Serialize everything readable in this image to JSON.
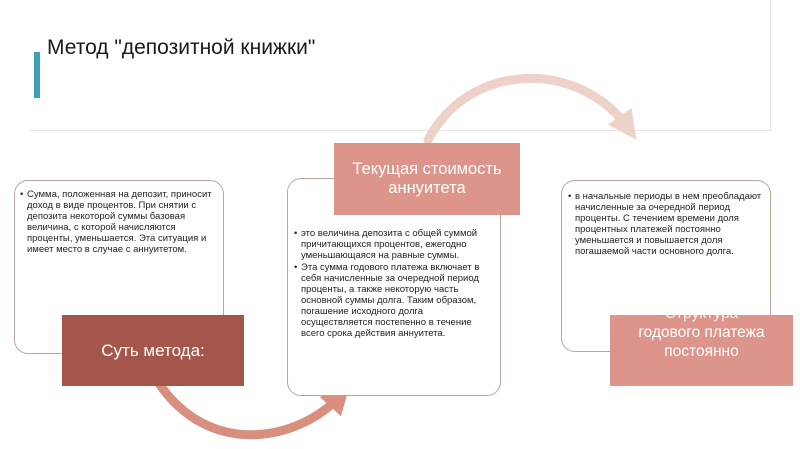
{
  "slide": {
    "title": "Метод \"депозитной книжки\""
  },
  "left": {
    "label": "Суть метода:",
    "text": "Сумма, положенная на депозит, приносит доход в виде процентов. При снятии с депозита некоторой суммы базовая величина, с которой начисляются проценты, уменьшается. Эта ситуация и имеет место в случае с аннуитетом."
  },
  "center": {
    "label": "Текущая стоимость аннуитета",
    "bullet1": "это величина депозита с общей суммой причитающихся процентов, ежегодно уменьшающаяся на равные суммы.",
    "bullet2": "Эта сумма годового платежа включает в себя начисленные за очередной период проценты, а также некоторую часть основной суммы долга. Таким образом, погашение исходного долга осуществляется постепенно в течение всего срока действия аннуитета."
  },
  "right": {
    "label_overlap": "Структура",
    "label": "годового платежа постоянно",
    "text": "в начальные периоды в нем преобладают начисленные за очередной период проценты. С течением времени доля процентных платежей постоянно уменьшается и повышается доля погашаемой части основного долга."
  },
  "colors": {
    "dark_box": "#a4564a",
    "light_box": "#dd958b",
    "arrow": "#d4a59a",
    "accent": "#3aa3b3"
  }
}
